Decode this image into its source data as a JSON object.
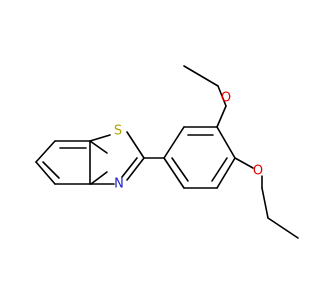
{
  "atoms": {
    "sulfur": "S",
    "nitrogen": "N",
    "methoxy_oxygen": "O",
    "propoxy_oxygen": "O"
  },
  "colors": {
    "bond": "#000000",
    "sulfur": "#b3a100",
    "nitrogen": "#2020d0",
    "oxygen": "#e00000",
    "background": "#ffffff"
  }
}
